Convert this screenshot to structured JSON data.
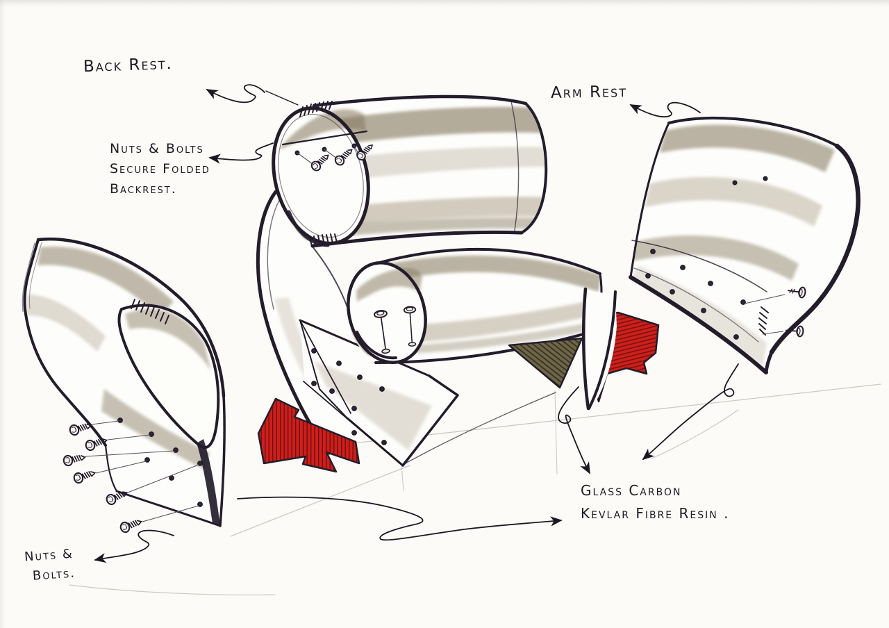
{
  "figure": {
    "type": "hand-drawn furniture design sketch, exploded assembly diagram of a chair"
  },
  "colors": {
    "paper": "#fcfbf8",
    "paper2": "#fdfdfb",
    "ink": "#231c2b",
    "pen": "#1c1822",
    "pencil": "#ccc9c2",
    "marker": "#a79a81",
    "marker_dark": "#84775c",
    "red": "#ce1f1b",
    "red_dark": "#701110"
  },
  "labels": {
    "back_rest": "Back Rest.",
    "arm_rest": "Arm Rest",
    "nuts_note_1": "Nuts & Bolts",
    "nuts_note_2": "Secure Folded",
    "nuts_note_3": "Backrest.",
    "material_1": "Glass Carbon",
    "material_2": "Kevlar Fibre Resin .",
    "nuts_short_1": "Nuts &",
    "nuts_short_2": "Bolts."
  }
}
